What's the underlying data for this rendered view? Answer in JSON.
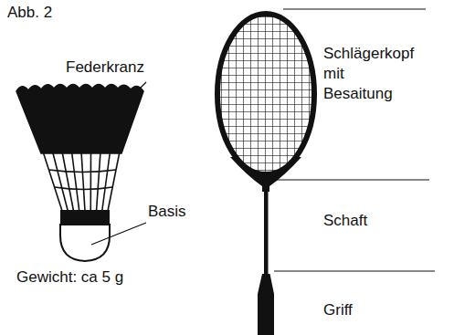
{
  "diagram": {
    "labels": [
      "Abb. 2",
      "Federkranz",
      "Basis",
      "Gewicht: ca 5 g",
      "Schlägerkopf mit Besaitung",
      "Schaft",
      "Griff"
    ]
  }
}
